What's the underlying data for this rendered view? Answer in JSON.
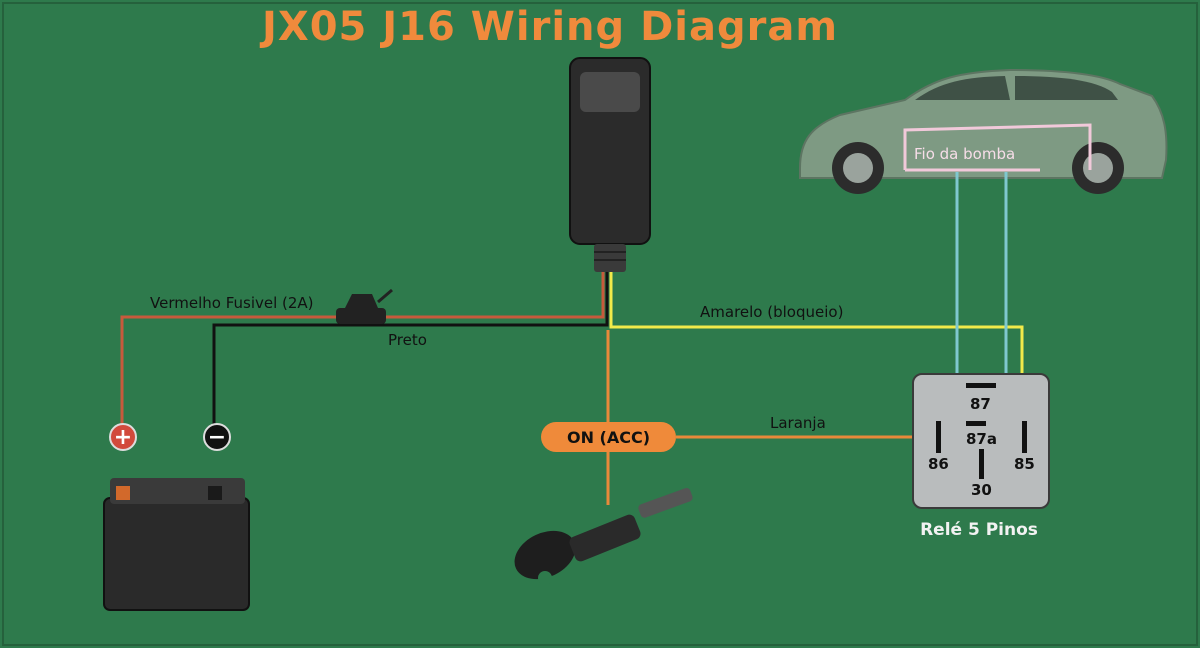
{
  "title": "JX05  J16  Wiring Diagram",
  "labels": {
    "red_wire": "Vermelho Fusivel (2A)",
    "black_wire": "Preto",
    "yellow_wire": "Amarelo (bloqueio)",
    "orange_wire": "Laranja",
    "acc": "ON (ACC)",
    "pump_wire": "Fio da bomba"
  },
  "relay": {
    "caption": "Relé 5 Pinos",
    "pins": {
      "p87": "87",
      "p87a": "87a",
      "p86": "86",
      "p85": "85",
      "p30": "30"
    }
  },
  "battery": {
    "positive": "+",
    "negative": "−"
  },
  "icons": [
    "gps-tracker-icon",
    "car-icon",
    "battery-icon",
    "ignition-key-icon",
    "fuse-icon",
    "relay-icon"
  ],
  "colors": {
    "background": "#2e7a4c",
    "title": "#f08a3c",
    "red_wire": "#c85a3c",
    "black_wire": "#111111",
    "yellow_wire": "#f2ea4a",
    "orange_wire": "#e8893a",
    "pump_wire": "#7fc8cf"
  }
}
